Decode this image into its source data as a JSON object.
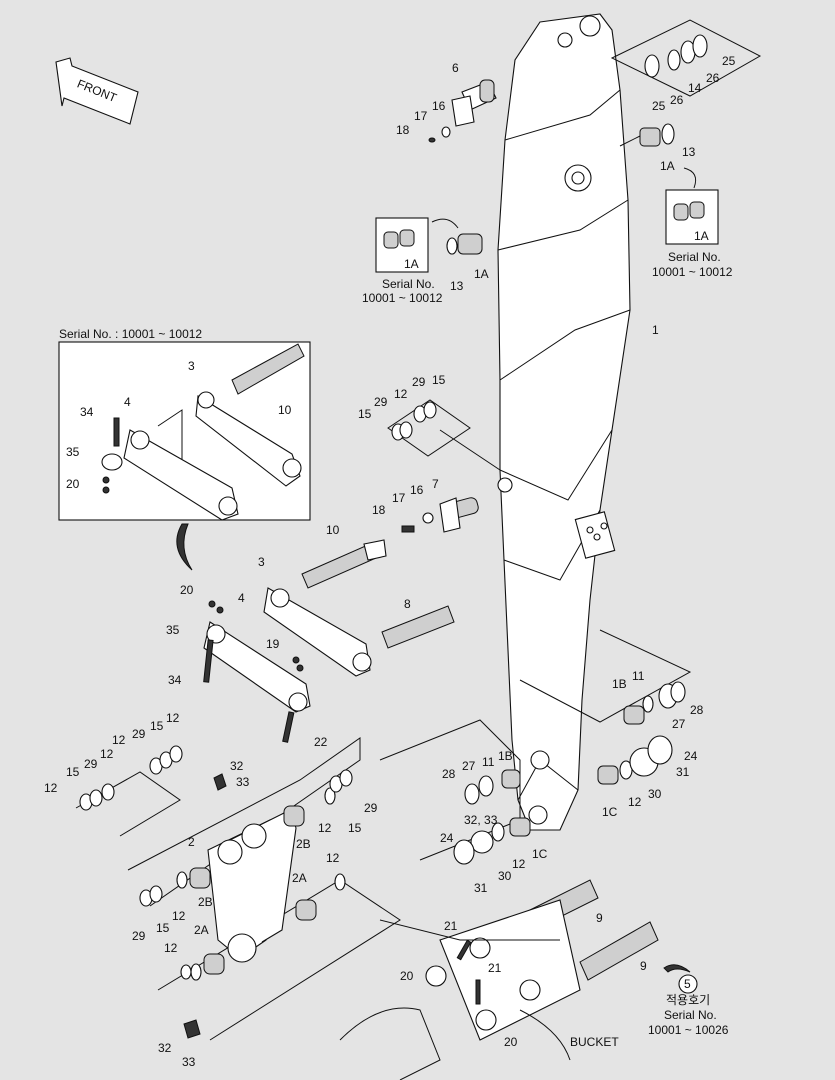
{
  "front_label": "FRONT",
  "bucket_label": "BUCKET",
  "notes": {
    "inset_serial_title": "Serial No. : 10001 ~ 10012",
    "serial_left_title": "Serial No.",
    "serial_left_range": "10001 ~ 10012",
    "serial_right_title": "Serial No.",
    "serial_right_range": "10001 ~ 10012",
    "bottom_circle_num": "5",
    "bottom_korean": "적용호기",
    "bottom_serial_title": "Serial No.",
    "bottom_serial_range": "10001 ~ 10026"
  },
  "callouts": {
    "c_25a": "25",
    "c_26a": "26",
    "c_14": "14",
    "c_25b": "25",
    "c_26b": "26",
    "c_6": "6",
    "c_16a": "16",
    "c_17a": "17",
    "c_18a": "18",
    "c_13a": "13",
    "c_1Aa": "1A",
    "c_1Ab": "1A",
    "c_1Ac": "1A",
    "c_1Ad": "1A",
    "c_13b": "13",
    "c_1": "1",
    "i_3": "3",
    "i_10": "10",
    "i_4": "4",
    "i_34": "34",
    "i_35": "35",
    "i_20": "20",
    "c_12a": "12",
    "c_29a": "29",
    "c_15a": "15",
    "c_15b": "15",
    "c_29b": "29",
    "c_17b": "17",
    "c_16b": "16",
    "c_7": "7",
    "c_18b": "18",
    "c_10": "10",
    "c_3": "3",
    "c_20a": "20",
    "c_4": "4",
    "c_8": "8",
    "c_35": "35",
    "c_19": "19",
    "c_34": "34",
    "c_22": "22",
    "c_1B": "1B",
    "c_11a": "11",
    "c_28a": "28",
    "c_27a": "27",
    "c_24a": "24",
    "c_31a": "31",
    "c_12b": "12",
    "c_30a": "30",
    "c_1C": "1C",
    "c_27b": "27",
    "c_11b": "11",
    "c_1Bb": "1B",
    "c_28b": "28",
    "c_3233a": "32, 33",
    "c_24b": "24",
    "c_12c": "12",
    "c_1Cb": "1C",
    "c_31b": "31",
    "c_30b": "30",
    "c_12d": "12",
    "c_29c": "29",
    "c_15c": "15",
    "c_12e": "12",
    "c_12f": "12",
    "c_15d": "15",
    "c_12g": "12",
    "c_29d": "29",
    "c_32a": "32",
    "c_33a": "33",
    "c_2": "2",
    "c_2B": "2B",
    "c_2Bb": "2B",
    "c_12h": "12",
    "c_15e": "15",
    "c_29e": "29",
    "c_12i": "12",
    "c_2A": "2A",
    "c_2Ab": "2A",
    "c_12j": "12",
    "c_12k": "12",
    "c_15f": "15",
    "c_29f": "29",
    "c_32b": "32",
    "c_33b": "33",
    "c_9a": "9",
    "c_9b": "9",
    "c_21a": "21",
    "c_21b": "21",
    "c_20b": "20",
    "c_20c": "20"
  }
}
